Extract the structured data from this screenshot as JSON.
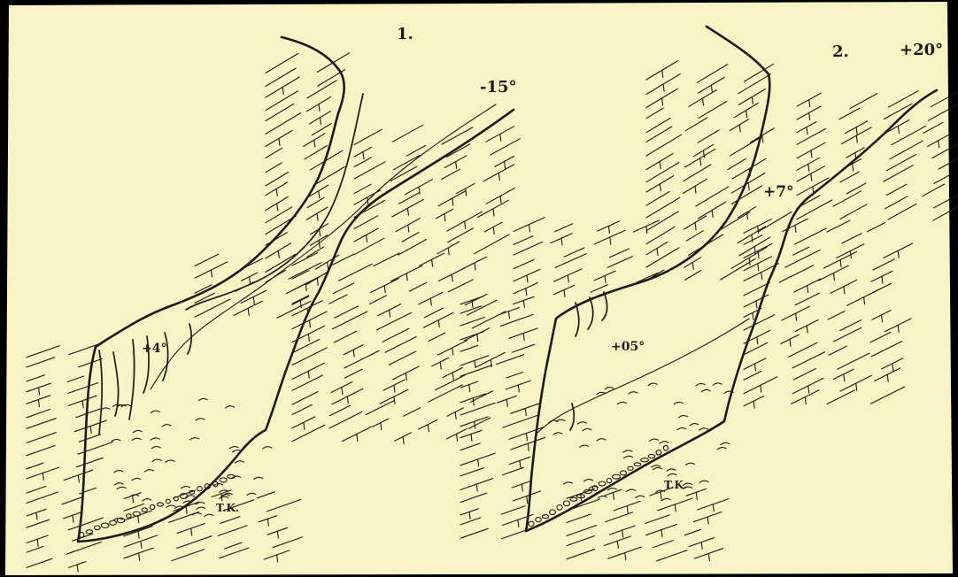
{
  "figure_1": {
    "number": "1.",
    "angle_upper": "-15°",
    "angle_inner": "+4°",
    "rock_mark": "T.K."
  },
  "figure_2": {
    "number": "2.",
    "angle_upper": "+20°",
    "angle_mid": "+7°",
    "angle_inner": "+05°",
    "rock_mark": "T.K."
  },
  "colors": {
    "paper": "#f7f3c4",
    "ink": "#1b1a14",
    "border": "#000000"
  }
}
